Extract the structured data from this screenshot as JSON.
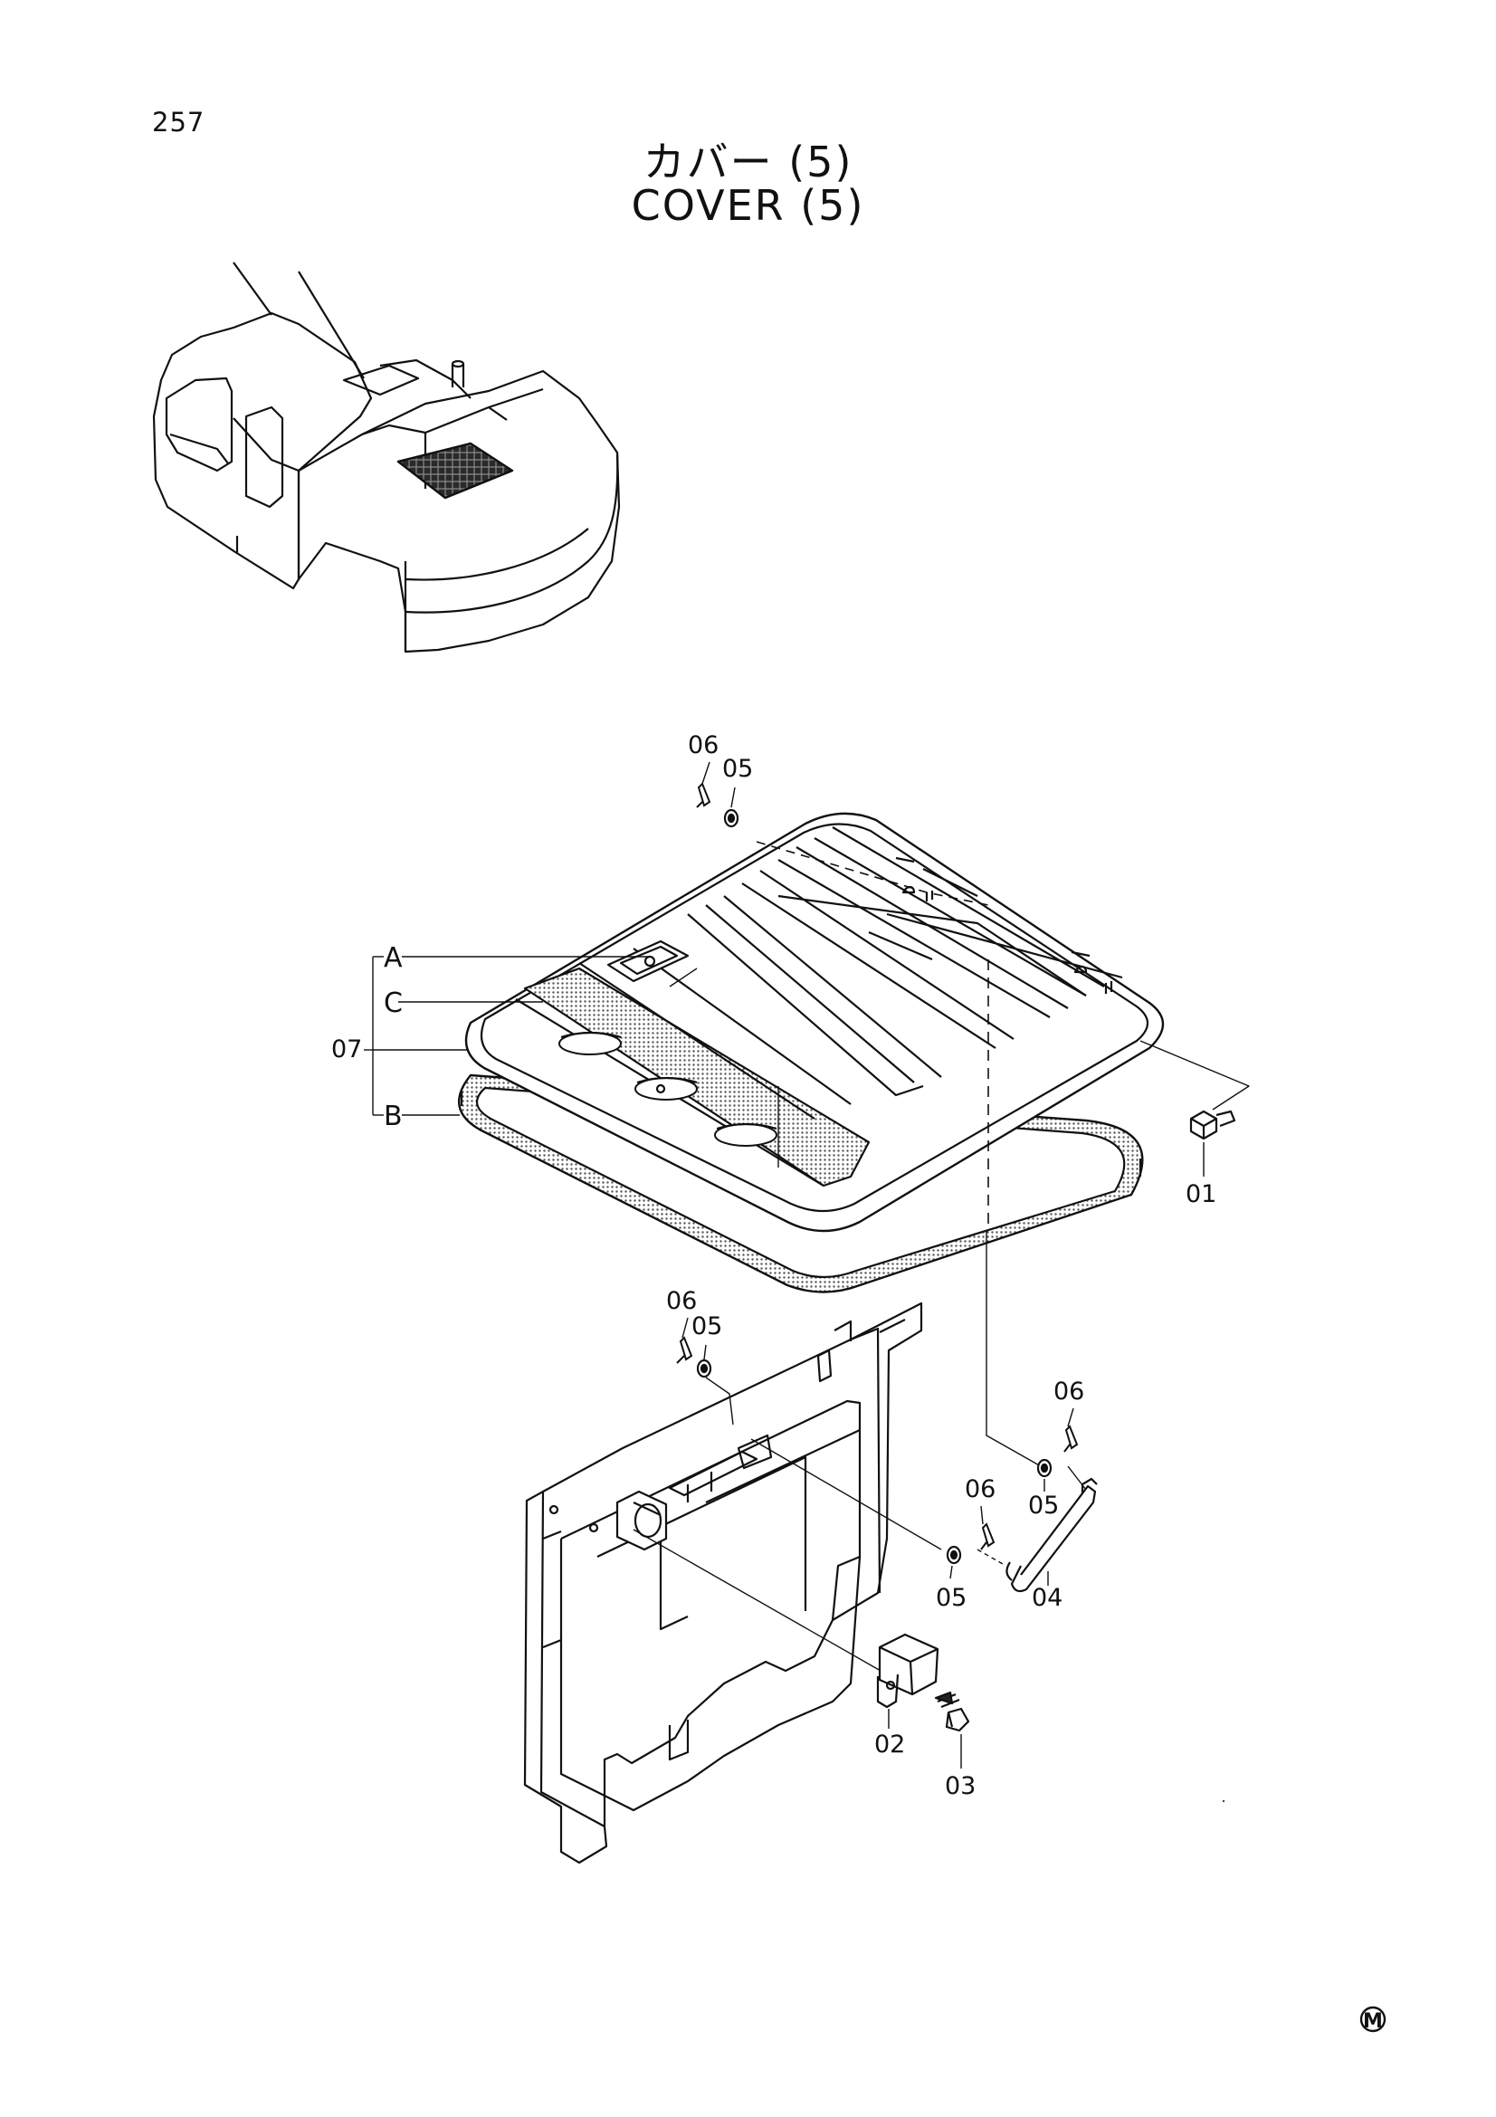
{
  "header": {
    "page_number": "257",
    "title_jp": "カバー (5)",
    "title_en": "COVER (5)"
  },
  "callouts": {
    "p01": "01",
    "p02": "02",
    "p03": "03",
    "p04": "04",
    "p05_top": "05",
    "p05_mid": "05",
    "p05_right": "05",
    "p05_lower": "05",
    "p06_top": "06",
    "p06_mid": "06",
    "p06_right": "06",
    "p06_lower": "06",
    "p07": "07",
    "sub_a": "A",
    "sub_b": "B",
    "sub_c": "C"
  },
  "mark": "M",
  "colors": {
    "ink": "#111111",
    "paper": "#ffffff",
    "screen": "#9a9a9a"
  }
}
